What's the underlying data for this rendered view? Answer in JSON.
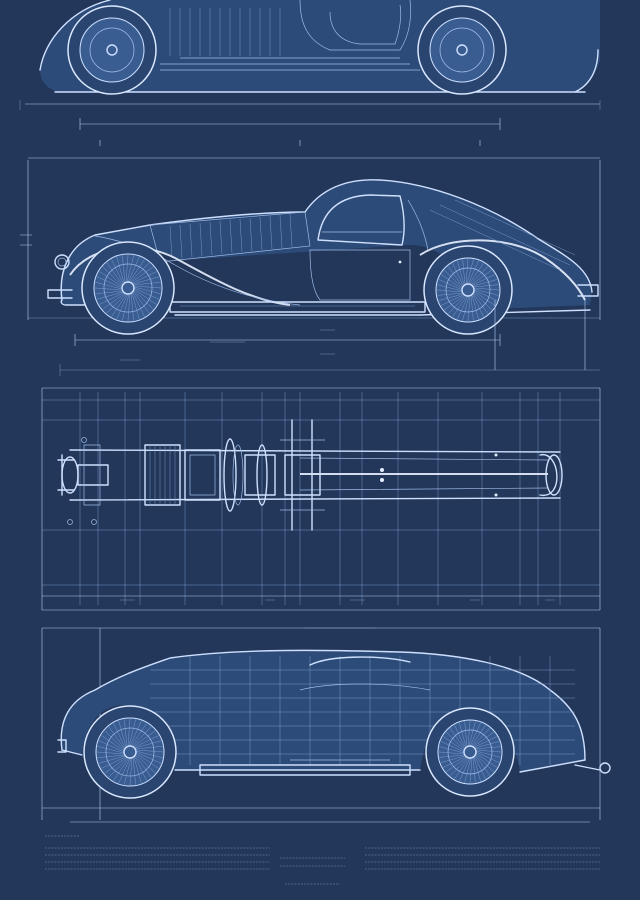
{
  "figures": [
    {
      "id": "side-view-top"
    },
    {
      "id": "side-view-middle"
    },
    {
      "id": "chassis-plan-view"
    },
    {
      "id": "side-view-grid"
    }
  ],
  "palette": {
    "background": "#22375a",
    "line": "#cfe0ff",
    "fill": "#2d4b78"
  }
}
